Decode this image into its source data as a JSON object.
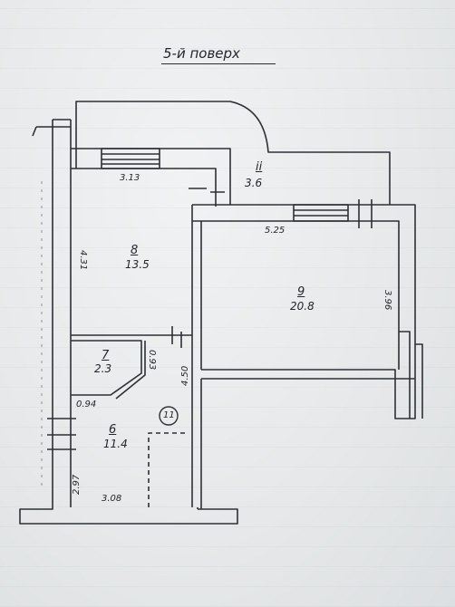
{
  "title": "5-й поверх",
  "rooms": [
    {
      "number": "8",
      "area": "13.5"
    },
    {
      "number": "9",
      "area": "20.8"
    },
    {
      "number": "7",
      "area": "2.3"
    },
    {
      "number": "6",
      "area": "11.4"
    },
    {
      "number": "ii",
      "area": "3.6"
    }
  ],
  "dimensions": {
    "d_313": "3.13",
    "d_431": "4.31",
    "d_525": "5.25",
    "d_396": "3.96",
    "d_093": "0.93",
    "d_450": "4.50",
    "d_094": "0.94",
    "d_297": "2.97",
    "d_308": "3.08"
  },
  "marker": "11"
}
